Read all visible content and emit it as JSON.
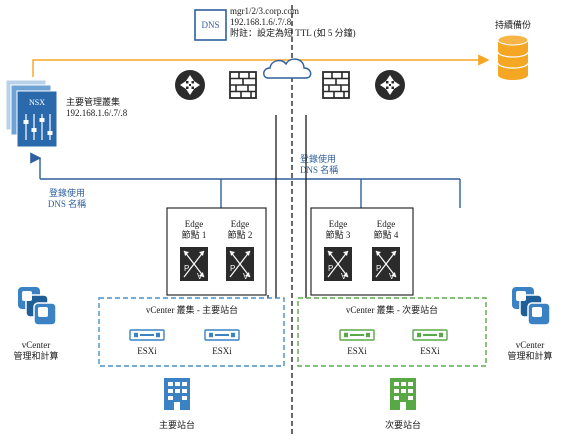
{
  "dns": {
    "icon_label": "DNS",
    "lines": [
      "mgr1/2/3.corp.com",
      "192.168.1.6/.7/.8",
      "附註：設定為短 TTL (如 5 分鐘)"
    ]
  },
  "backup": {
    "label": "持續備份"
  },
  "nsx": {
    "icon_label": "NSX",
    "title": "主要管理叢集",
    "ip": "192.168.1.6/.7/.8"
  },
  "registration": {
    "left": [
      "登錄使用",
      "DNS 名稱"
    ],
    "right": [
      "登錄使用",
      "DNS 名稱"
    ]
  },
  "edges": [
    {
      "line1": "Edge",
      "line2": "節點 1"
    },
    {
      "line1": "Edge",
      "line2": "節點 2"
    },
    {
      "line1": "Edge",
      "line2": "節點 3"
    },
    {
      "line1": "Edge",
      "line2": "節點 4"
    }
  ],
  "edge_icon_letters": {
    "p": "P",
    "v": "V"
  },
  "clusters": {
    "primary": {
      "title": "vCenter  叢集 - 主要站台",
      "hosts": [
        "ESXi",
        "ESXi"
      ],
      "color": "#4a90c8"
    },
    "secondary": {
      "title": "vCenter  叢集 - 次要站台",
      "hosts": [
        "ESXi",
        "ESXi"
      ],
      "color": "#5aaa46"
    }
  },
  "vcenter": {
    "left": [
      "vCenter",
      "管理和計算"
    ],
    "right": [
      "vCenter",
      "管理和計算"
    ]
  },
  "sites": {
    "primary": "主要站台",
    "secondary": "次要站台"
  },
  "colors": {
    "accent_blue": "#2e5f9e",
    "backup_orange": "#f5a623",
    "primary_building": "#3a82c4",
    "secondary_building": "#58a845",
    "dark_icon": "#2b2b2b"
  }
}
